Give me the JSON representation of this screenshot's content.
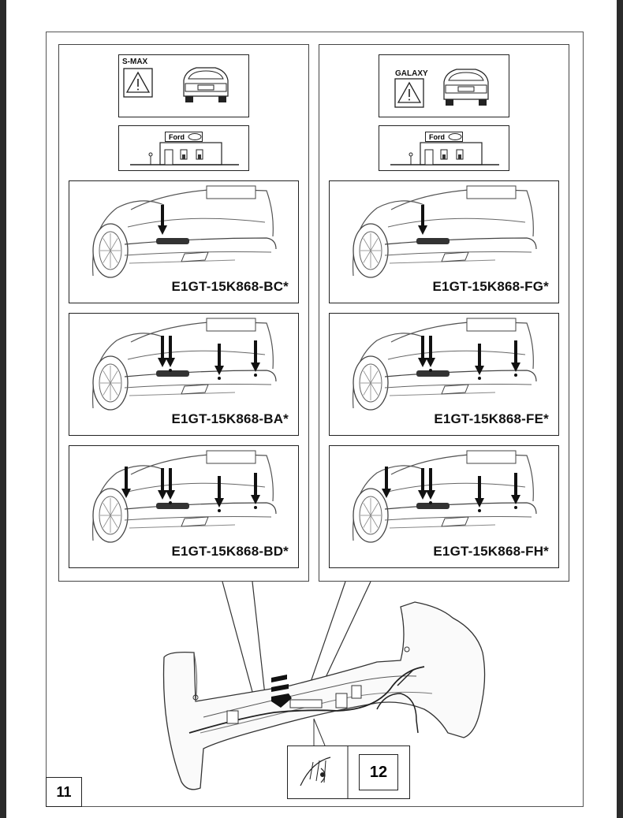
{
  "step": {
    "number": "11",
    "reference_step": "12"
  },
  "columns": [
    {
      "model": "S-MAX",
      "dealer_sign": "Ford",
      "variants": [
        {
          "code": "E1GT-15K868-BC*",
          "sensor_arrows": 1,
          "marker_arrows": 0
        },
        {
          "code": "E1GT-15K868-BA*",
          "sensor_arrows": 4,
          "marker_arrows": 0
        },
        {
          "code": "E1GT-15K868-BD*",
          "sensor_arrows": 4,
          "marker_arrows": 1
        }
      ]
    },
    {
      "model": "GALAXY",
      "dealer_sign": "Ford",
      "variants": [
        {
          "code": "E1GT-15K868-FG*",
          "sensor_arrows": 1,
          "marker_arrows": 0
        },
        {
          "code": "E1GT-15K868-FE*",
          "sensor_arrows": 4,
          "marker_arrows": 0
        },
        {
          "code": "E1GT-15K868-FH*",
          "sensor_arrows": 4,
          "marker_arrows": 1
        }
      ]
    }
  ],
  "icons": {
    "warning": "warning-triangle-icon",
    "dealer": "ford-dealer-icon",
    "inspect": "eye-inspect-icon"
  }
}
